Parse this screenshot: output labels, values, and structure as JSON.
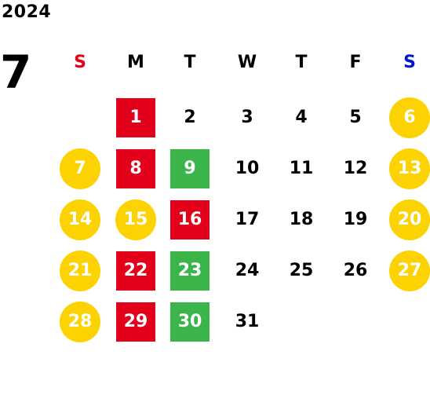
{
  "year": "2024",
  "month": "7",
  "colors": {
    "sunday_label": "#e2001a",
    "saturday_label": "#0019c8",
    "weekday_label": "#000000",
    "red_day": "#e2001a",
    "green_day": "#3bb44a",
    "yellow_day": "#fcd200"
  },
  "weekdays": [
    {
      "label": "S",
      "color": "sunday_label"
    },
    {
      "label": "M",
      "color": "weekday_label"
    },
    {
      "label": "T",
      "color": "weekday_label"
    },
    {
      "label": "W",
      "color": "weekday_label"
    },
    {
      "label": "T",
      "color": "weekday_label"
    },
    {
      "label": "F",
      "color": "weekday_label"
    },
    {
      "label": "S",
      "color": "saturday_label"
    }
  ],
  "days": [
    {
      "d": "1",
      "style": "red"
    },
    {
      "d": "2",
      "style": "plain"
    },
    {
      "d": "3",
      "style": "plain"
    },
    {
      "d": "4",
      "style": "plain"
    },
    {
      "d": "5",
      "style": "plain"
    },
    {
      "d": "6",
      "style": "yellow"
    },
    {
      "d": "7",
      "style": "yellow"
    },
    {
      "d": "8",
      "style": "red"
    },
    {
      "d": "9",
      "style": "green"
    },
    {
      "d": "10",
      "style": "plain"
    },
    {
      "d": "11",
      "style": "plain"
    },
    {
      "d": "12",
      "style": "plain"
    },
    {
      "d": "13",
      "style": "yellow"
    },
    {
      "d": "14",
      "style": "yellow"
    },
    {
      "d": "15",
      "style": "yellow"
    },
    {
      "d": "16",
      "style": "red"
    },
    {
      "d": "17",
      "style": "plain"
    },
    {
      "d": "18",
      "style": "plain"
    },
    {
      "d": "19",
      "style": "plain"
    },
    {
      "d": "20",
      "style": "yellow"
    },
    {
      "d": "21",
      "style": "yellow"
    },
    {
      "d": "22",
      "style": "red"
    },
    {
      "d": "23",
      "style": "green"
    },
    {
      "d": "24",
      "style": "plain"
    },
    {
      "d": "25",
      "style": "plain"
    },
    {
      "d": "26",
      "style": "plain"
    },
    {
      "d": "27",
      "style": "yellow"
    },
    {
      "d": "28",
      "style": "yellow"
    },
    {
      "d": "29",
      "style": "red"
    },
    {
      "d": "30",
      "style": "green"
    },
    {
      "d": "31",
      "style": "plain"
    }
  ]
}
